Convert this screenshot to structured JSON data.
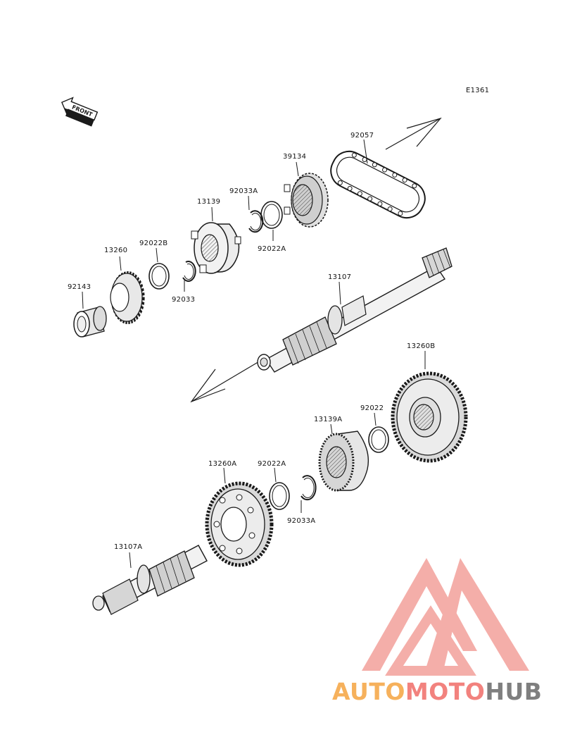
{
  "diagram_code": "E1361",
  "front_label": "FRONT",
  "watermark": {
    "part1": "AUTO",
    "part2": "MOTO",
    "part3": "HUB"
  },
  "colors": {
    "line": "#1a1a1a",
    "gear_fill": "#d9d9d9",
    "wm_orange": "#f6b15c",
    "wm_red": "#f2827e",
    "wm_gray": "#7f7f7f"
  },
  "parts": [
    {
      "id": "92057",
      "label": "92057"
    },
    {
      "id": "39134",
      "label": "39134"
    },
    {
      "id": "92033A_top",
      "label": "92033A"
    },
    {
      "id": "13139",
      "label": "13139"
    },
    {
      "id": "92022A_top",
      "label": "92022A"
    },
    {
      "id": "13260",
      "label": "13260"
    },
    {
      "id": "92022B",
      "label": "92022B"
    },
    {
      "id": "92143",
      "label": "92143"
    },
    {
      "id": "92033",
      "label": "92033"
    },
    {
      "id": "13107",
      "label": "13107"
    },
    {
      "id": "13260B",
      "label": "13260B"
    },
    {
      "id": "92022",
      "label": "92022"
    },
    {
      "id": "13139A",
      "label": "13139A"
    },
    {
      "id": "13260A",
      "label": "13260A"
    },
    {
      "id": "92022A_bottom",
      "label": "92022A"
    },
    {
      "id": "92033A_bottom",
      "label": "92033A"
    },
    {
      "id": "13107A",
      "label": "13107A"
    }
  ]
}
